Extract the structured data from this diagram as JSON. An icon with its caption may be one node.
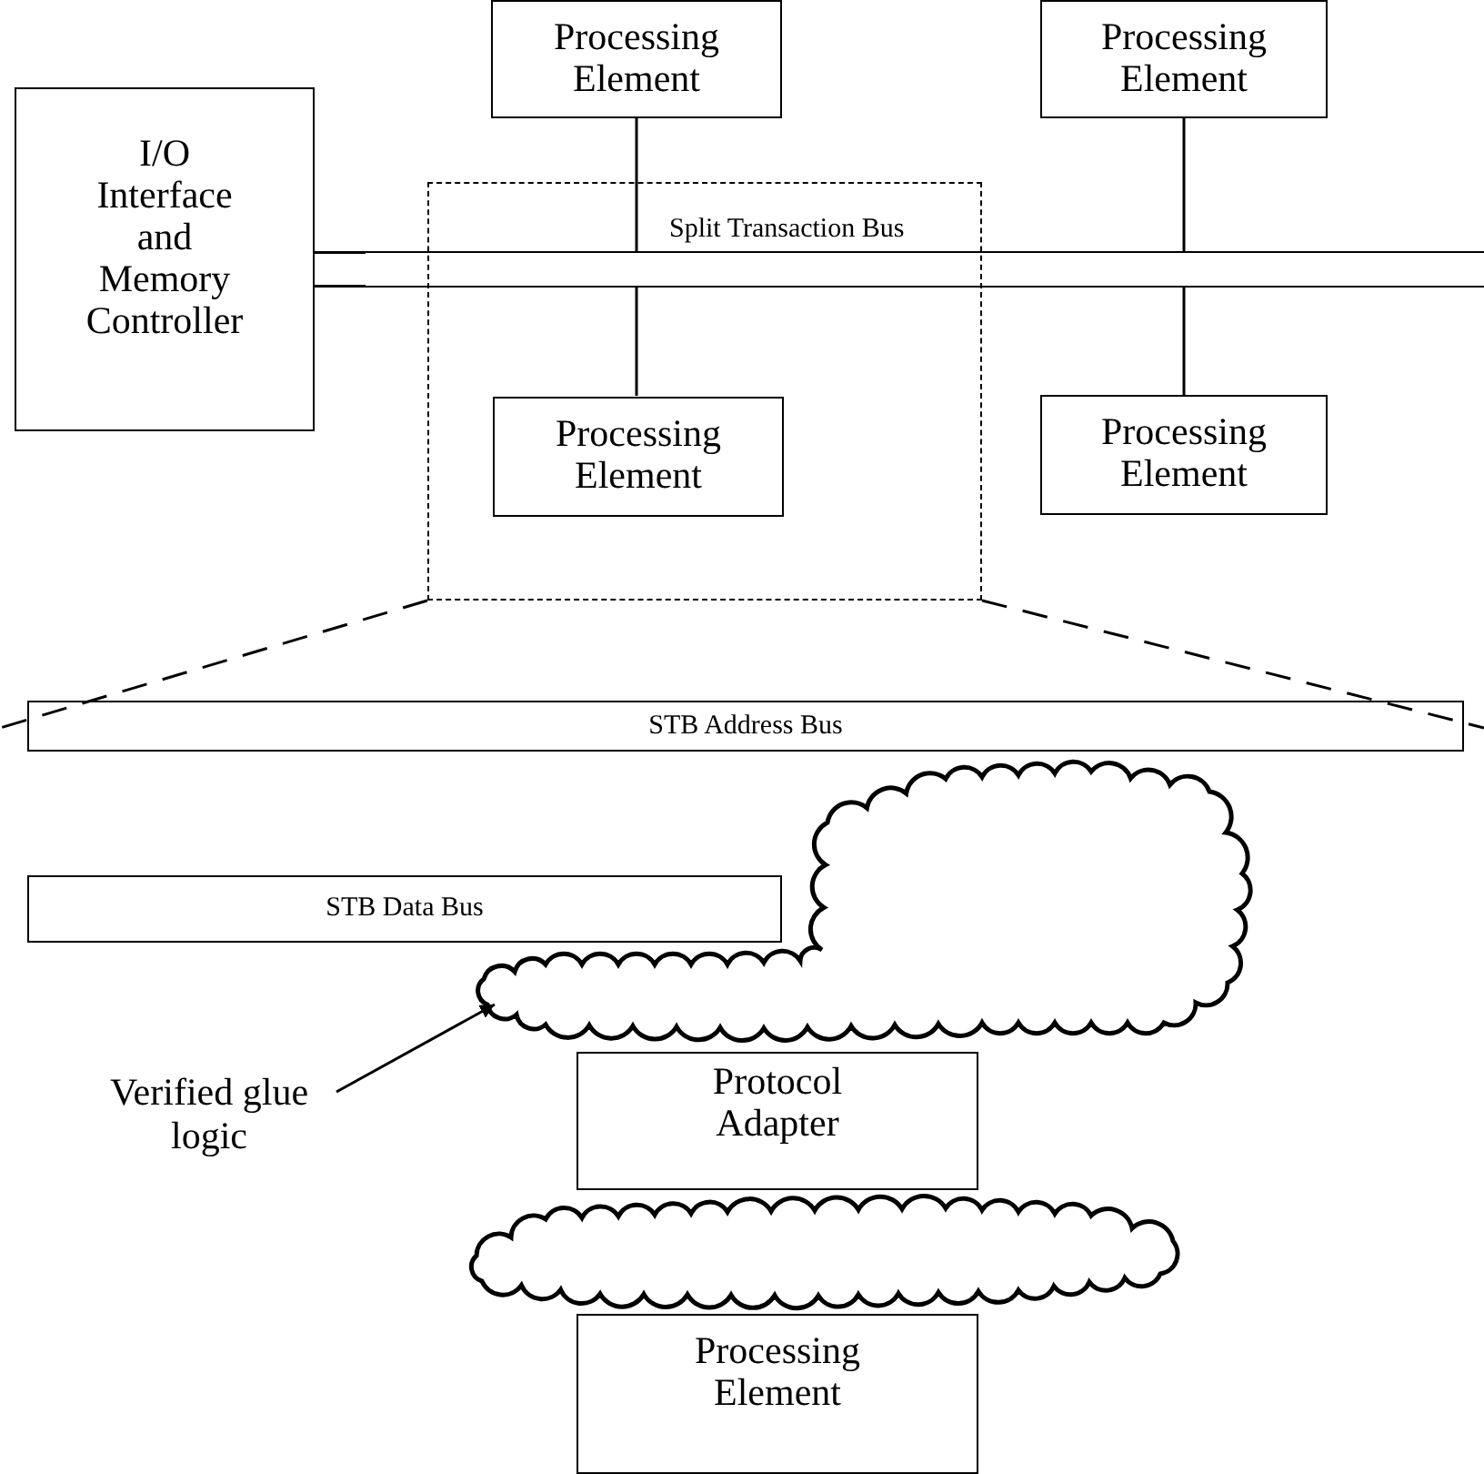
{
  "diagram": {
    "nodes": [
      {
        "text": [
          "I/O Interface and Memory Controller"
        ]
      },
      {
        "text": [
          "Processing Element"
        ]
      },
      {
        "text": [
          "Processing Element"
        ]
      },
      {
        "text": [],
        "shape": "box"
      },
      {
        "text": [
          "Split Transaction Bus"
        ]
      },
      {
        "text": [
          "Processing Element"
        ],
        "in": 3
      },
      {
        "text": [
          "Processing Element"
        ]
      },
      {
        "text": [
          "STB Address Bus"
        ]
      },
      {
        "text": [
          "STB Data Bus"
        ]
      },
      {
        "text": [],
        "shape": "cloud"
      },
      {
        "text": [
          "Verified glue logic"
        ]
      },
      {
        "text": [
          "Protocol Adapter"
        ]
      },
      {
        "text": [],
        "shape": "cloud"
      },
      {
        "text": [
          "Processing Element"
        ]
      }
    ],
    "edges": [
      {
        "from": 0,
        "to": 4,
        "arrow": "none"
      },
      {
        "from": 1,
        "to": 4,
        "arrow": "none"
      },
      {
        "from": 4,
        "to": 5,
        "arrow": "none"
      },
      {
        "from": 2,
        "to": 4,
        "arrow": "none"
      },
      {
        "from": 4,
        "to": 6,
        "arrow": "none"
      },
      {
        "from": 10,
        "to": 9,
        "arrow": "to"
      }
    ]
  }
}
